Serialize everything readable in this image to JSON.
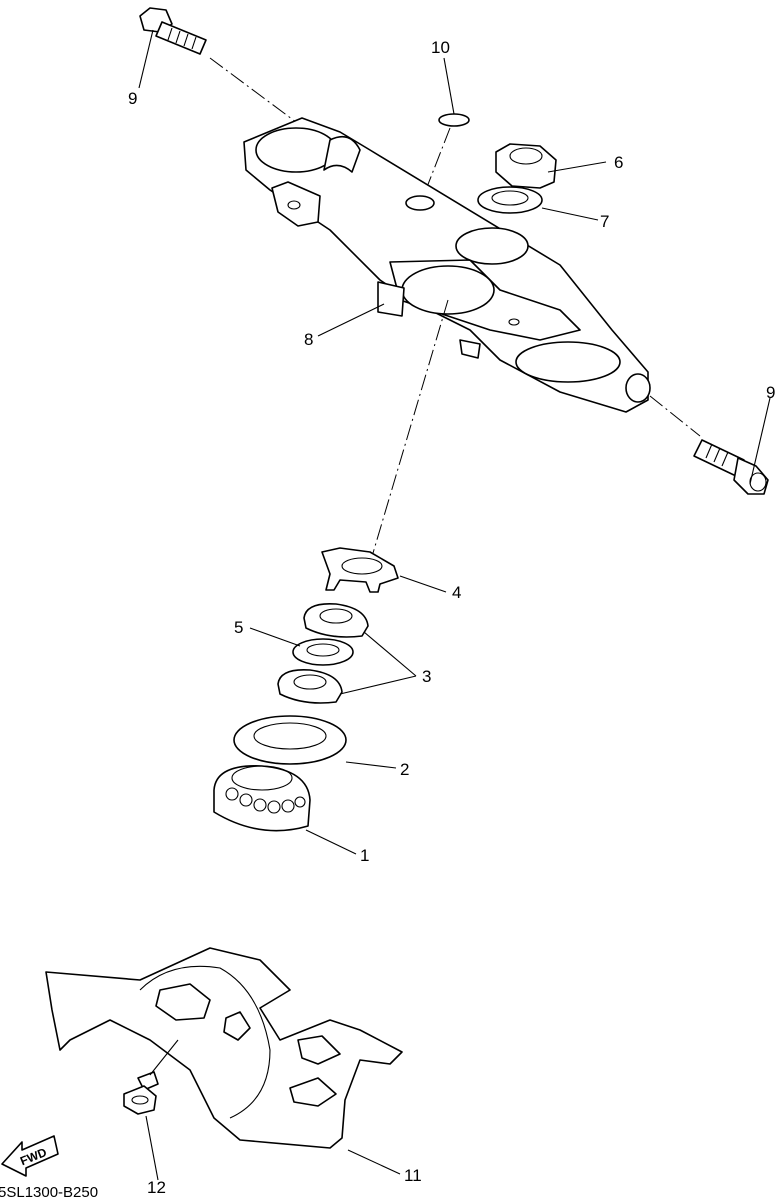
{
  "diagram": {
    "drawing_code": "5SL1300-B250",
    "direction_marker": "FWD",
    "callouts": [
      "1",
      "2",
      "3",
      "4",
      "5",
      "6",
      "7",
      "8",
      "9",
      "9",
      "10",
      "11",
      "12"
    ]
  }
}
